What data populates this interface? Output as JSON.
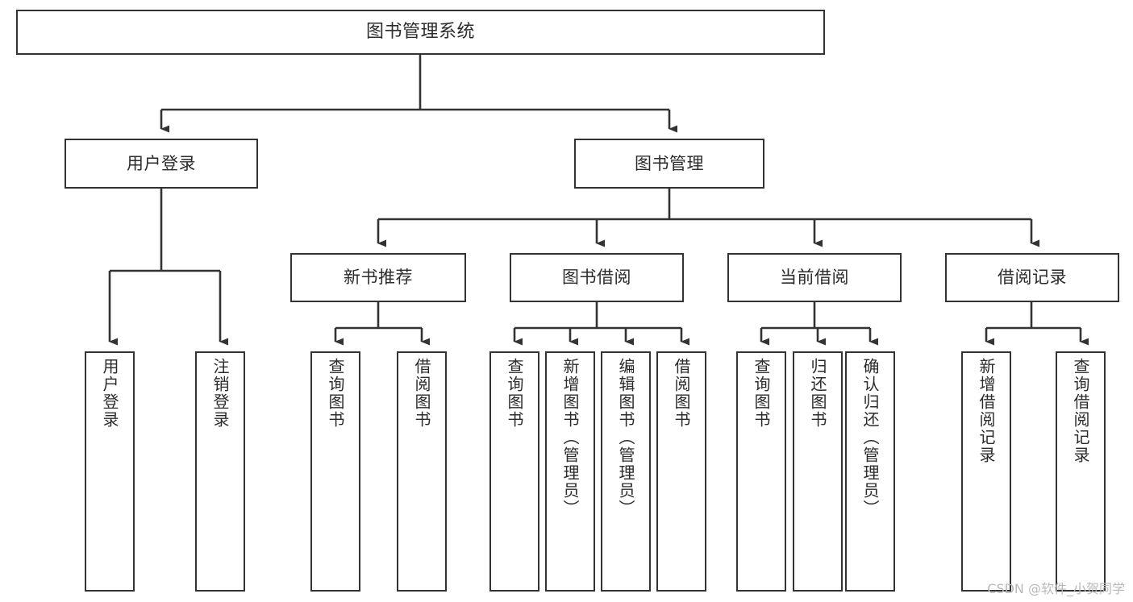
{
  "diagram": {
    "title": "图书管理系统",
    "watermark": "CSDN @软件_小贺同学",
    "style": {
      "line_color": "#333333",
      "box_border_color": "#333333",
      "box_fill": "#ffffff",
      "text_color": "#2b2b2b",
      "watermark_color": "#b9b9b9"
    },
    "nodes": {
      "root": {
        "label": "图书管理系统"
      },
      "level1": [
        {
          "id": "user-login",
          "label": "用户登录"
        },
        {
          "id": "book-manage",
          "label": "图书管理"
        }
      ],
      "level2": [
        {
          "id": "new-book-recommend",
          "label": "新书推荐"
        },
        {
          "id": "book-borrow",
          "label": "图书借阅"
        },
        {
          "id": "current-borrow",
          "label": "当前借阅"
        },
        {
          "id": "borrow-record",
          "label": "借阅记录"
        }
      ],
      "leaves": {
        "user_login": [
          {
            "id": "leaf-user-login",
            "label": "用户登录"
          },
          {
            "id": "leaf-logout-login",
            "label": "注销登录"
          }
        ],
        "new_book_recommend": [
          {
            "id": "leaf-query-book-1",
            "label": "查询图书"
          },
          {
            "id": "leaf-borrow-book-1",
            "label": "借阅图书"
          }
        ],
        "book_borrow": [
          {
            "id": "leaf-query-book-2",
            "label": "查询图书"
          },
          {
            "id": "leaf-add-book",
            "label": "新增图书（管理员）"
          },
          {
            "id": "leaf-edit-book",
            "label": "编辑图书（管理员）"
          },
          {
            "id": "leaf-borrow-book-2",
            "label": "借阅图书"
          }
        ],
        "current_borrow": [
          {
            "id": "leaf-query-book-3",
            "label": "查询图书"
          },
          {
            "id": "leaf-return-book",
            "label": "归还图书"
          },
          {
            "id": "leaf-confirm-return",
            "label": "确认归还（管理员）"
          }
        ],
        "borrow_record": [
          {
            "id": "leaf-add-record",
            "label": "新增借阅记录"
          },
          {
            "id": "leaf-query-record",
            "label": "查询借阅记录"
          }
        ]
      }
    }
  }
}
